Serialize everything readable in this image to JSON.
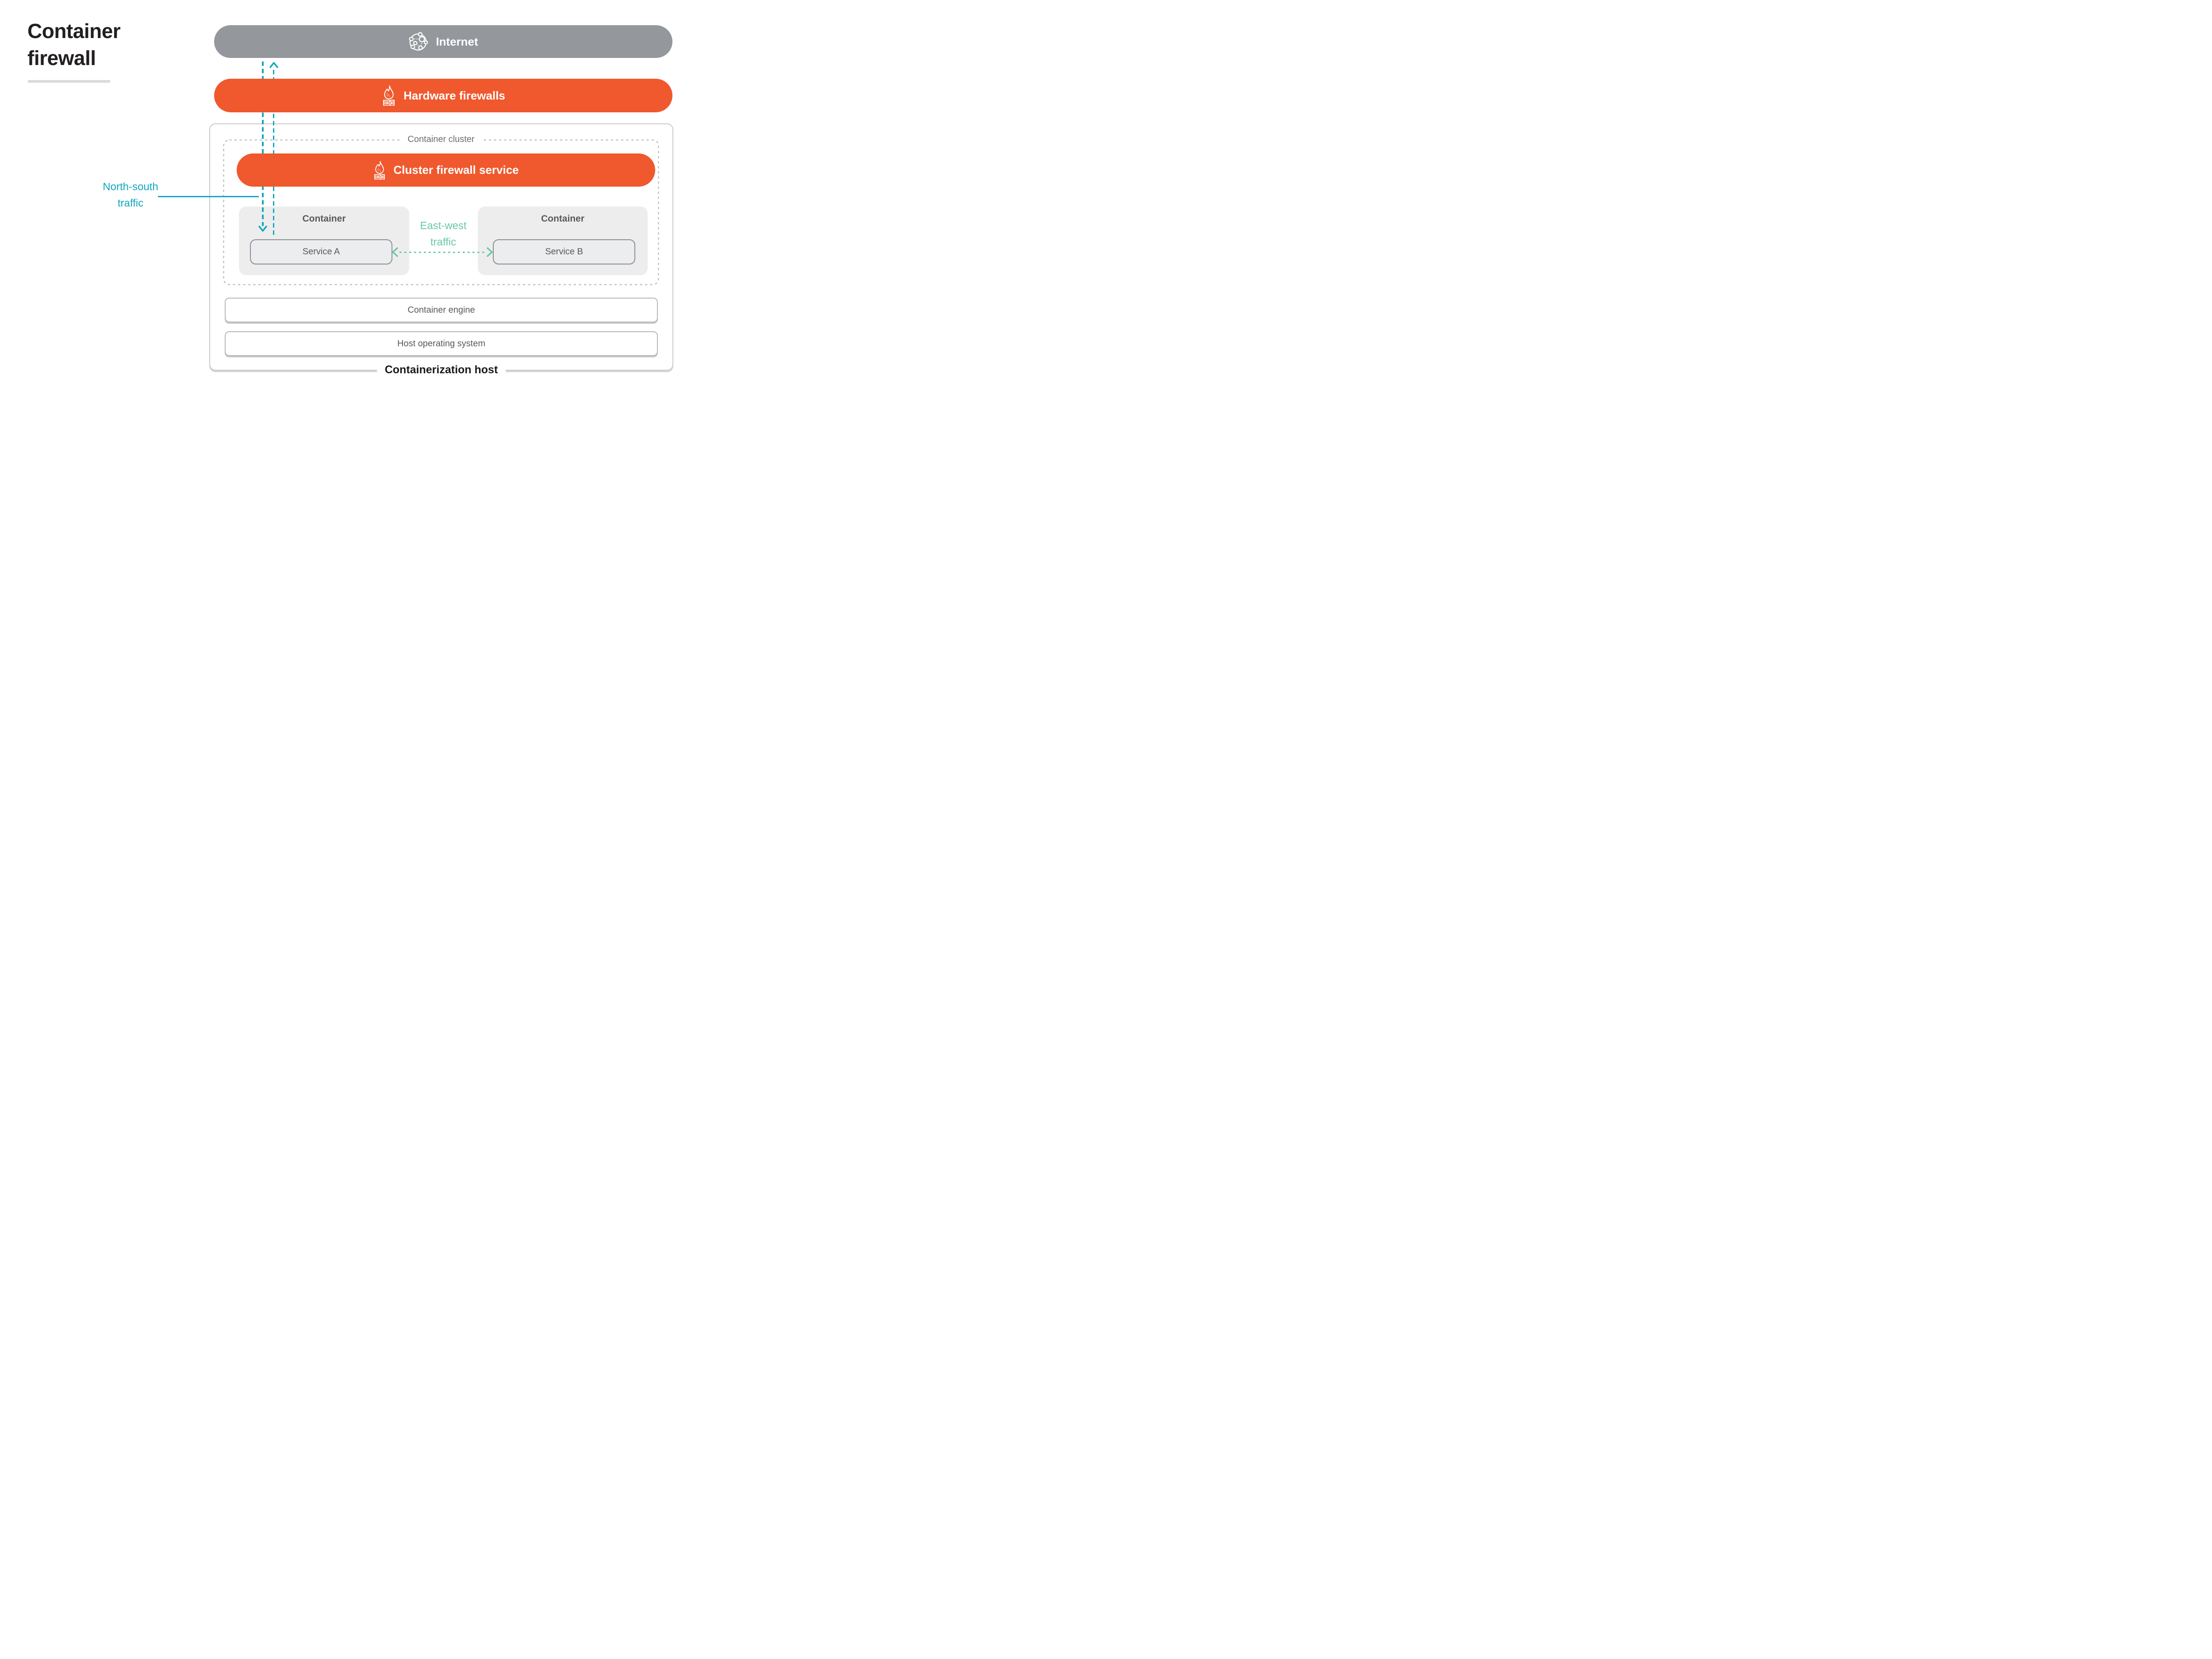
{
  "title": "Container firewall",
  "colors": {
    "orange": "#F0582D",
    "gray_bar": "#94979B",
    "teal": "#12A8BE",
    "green": "#6AC8A3",
    "box_fill": "#EDEDEE",
    "text_dark": "#58595B",
    "title_color": "#231F20"
  },
  "nodes": {
    "internet": {
      "label": "Internet",
      "icon": "globe-network-icon"
    },
    "hardware_firewalls": {
      "label": "Hardware firewalls",
      "icon": "firewall-flame-icon"
    },
    "container_cluster": {
      "label": "Container cluster"
    },
    "cluster_firewall_service": {
      "label": "Cluster firewall service",
      "icon": "firewall-flame-icon"
    },
    "container_a": {
      "label": "Container",
      "service_label": "Service A"
    },
    "container_b": {
      "label": "Container",
      "service_label": "Service B"
    },
    "container_engine": {
      "label": "Container engine"
    },
    "host_operating_system": {
      "label": "Host operating system"
    },
    "containerization_host": {
      "label": "Containerization host"
    }
  },
  "annotations": {
    "north_south_traffic": {
      "label": "North-south traffic"
    },
    "east_west_traffic": {
      "label": "East-west traffic"
    }
  }
}
